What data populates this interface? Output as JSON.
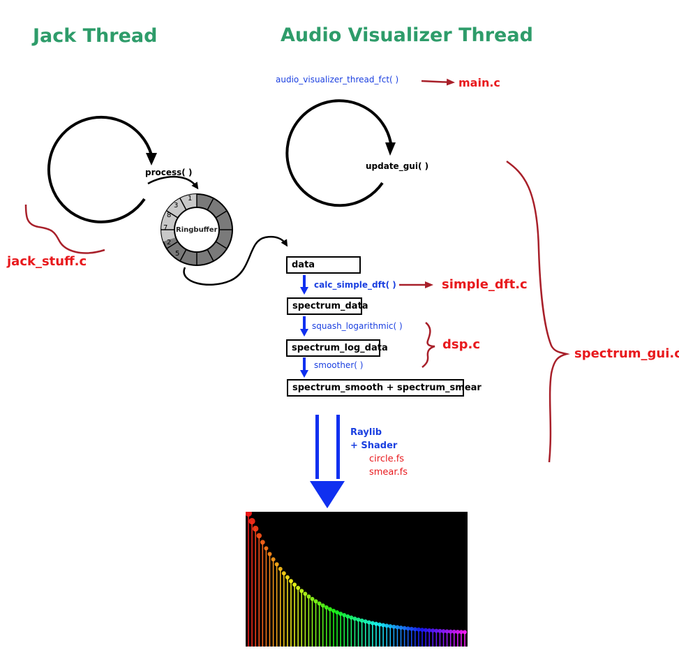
{
  "titles": {
    "jack": "Jack Thread",
    "visualizer": "Audio Visualizer Thread"
  },
  "functions": {
    "thread_fct": "audio_visualizer_thread_fct( )",
    "process": "process(  )",
    "update_gui": "update_gui( )",
    "calc_dft": "calc_simple_dft( )",
    "squash": "squash_logarithmic( )",
    "smoother": "smoother( )"
  },
  "files": {
    "main": "main.c",
    "jack_stuff": "jack_stuff.c",
    "simple_dft": "simple_dft.c",
    "dsp": "dsp.c",
    "spectrum_gui": "spectrum_gui.c",
    "circle_fs": "circle.fs",
    "smear_fs": "smear.fs"
  },
  "boxes": {
    "data": "data",
    "spectrum_data": "spectrum_data",
    "spectrum_log_data": "spectrum_log_data",
    "spectrum_smooth": "spectrum_smooth + spectrum_smear"
  },
  "ringbuffer": {
    "label": "Ringbuffer",
    "slots": [
      "1",
      "3",
      "8",
      "7",
      "2",
      "5"
    ]
  },
  "render": {
    "raylib": "Raylib",
    "shader": "+ Shader"
  },
  "colors": {
    "title_green": "#2e9c6a",
    "file_red": "#e8191d",
    "function_blue": "#1a3fe0",
    "brace_red": "#a8202a"
  }
}
